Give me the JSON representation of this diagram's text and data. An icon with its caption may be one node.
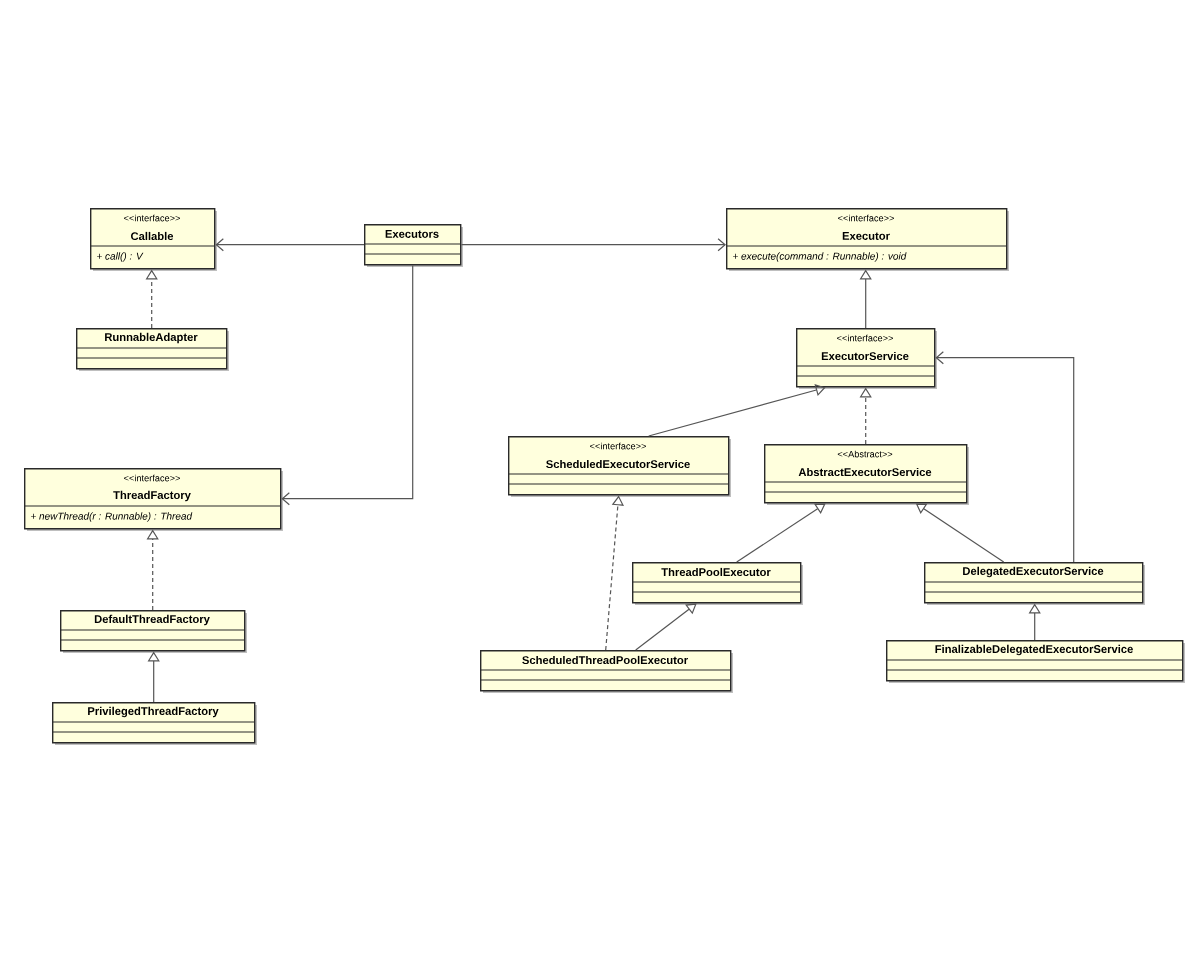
{
  "diagram": {
    "nodes": [
      {
        "text": [
          "<<interface>>",
          "Callable",
          "+ call() : V"
        ]
      },
      {
        "text": [
          "Executors"
        ]
      },
      {
        "text": [
          "<<interface>>",
          "Executor",
          "+ execute(command : Runnable) : void"
        ]
      },
      {
        "text": [
          "RunnableAdapter"
        ]
      },
      {
        "text": [
          "<<interface>>",
          "ExecutorService"
        ]
      },
      {
        "text": [
          "<<interface>>",
          "ThreadFactory",
          "+ newThread(r : Runnable) : Thread"
        ]
      },
      {
        "text": [
          "<<interface>>",
          "ScheduledExecutorService"
        ]
      },
      {
        "text": [
          "<<Abstract>>",
          "AbstractExecutorService"
        ]
      },
      {
        "text": [
          "DefaultThreadFactory"
        ]
      },
      {
        "text": [
          "ThreadPoolExecutor"
        ]
      },
      {
        "text": [
          "DelegatedExecutorService"
        ]
      },
      {
        "text": [
          "ScheduledThreadPoolExecutor"
        ]
      },
      {
        "text": [
          "PrivilegedThreadFactory"
        ]
      },
      {
        "text": [
          "FinalizableDelegatedExecutorService"
        ]
      }
    ],
    "edges": [
      {
        "from": 1,
        "to": 0,
        "arrow": "to"
      },
      {
        "from": 1,
        "to": 2,
        "arrow": "to"
      },
      {
        "from": 1,
        "to": 5,
        "arrow": "to"
      },
      {
        "from": 3,
        "to": 0,
        "arrow": "to",
        "style": "dashed"
      },
      {
        "from": 4,
        "to": 2,
        "arrow": "to"
      },
      {
        "from": 6,
        "to": 4,
        "arrow": "to"
      },
      {
        "from": 7,
        "to": 4,
        "arrow": "to",
        "style": "dashed"
      },
      {
        "from": 8,
        "to": 5,
        "arrow": "to",
        "style": "dashed"
      },
      {
        "from": 9,
        "to": 7,
        "arrow": "to"
      },
      {
        "from": 10,
        "to": 7,
        "arrow": "to"
      },
      {
        "from": 10,
        "to": 4,
        "arrow": "to"
      },
      {
        "from": 11,
        "to": 6,
        "arrow": "to",
        "style": "dashed"
      },
      {
        "from": 11,
        "to": 9,
        "arrow": "to"
      },
      {
        "from": 12,
        "to": 8,
        "arrow": "to"
      },
      {
        "from": 13,
        "to": 10,
        "arrow": "to"
      }
    ]
  }
}
